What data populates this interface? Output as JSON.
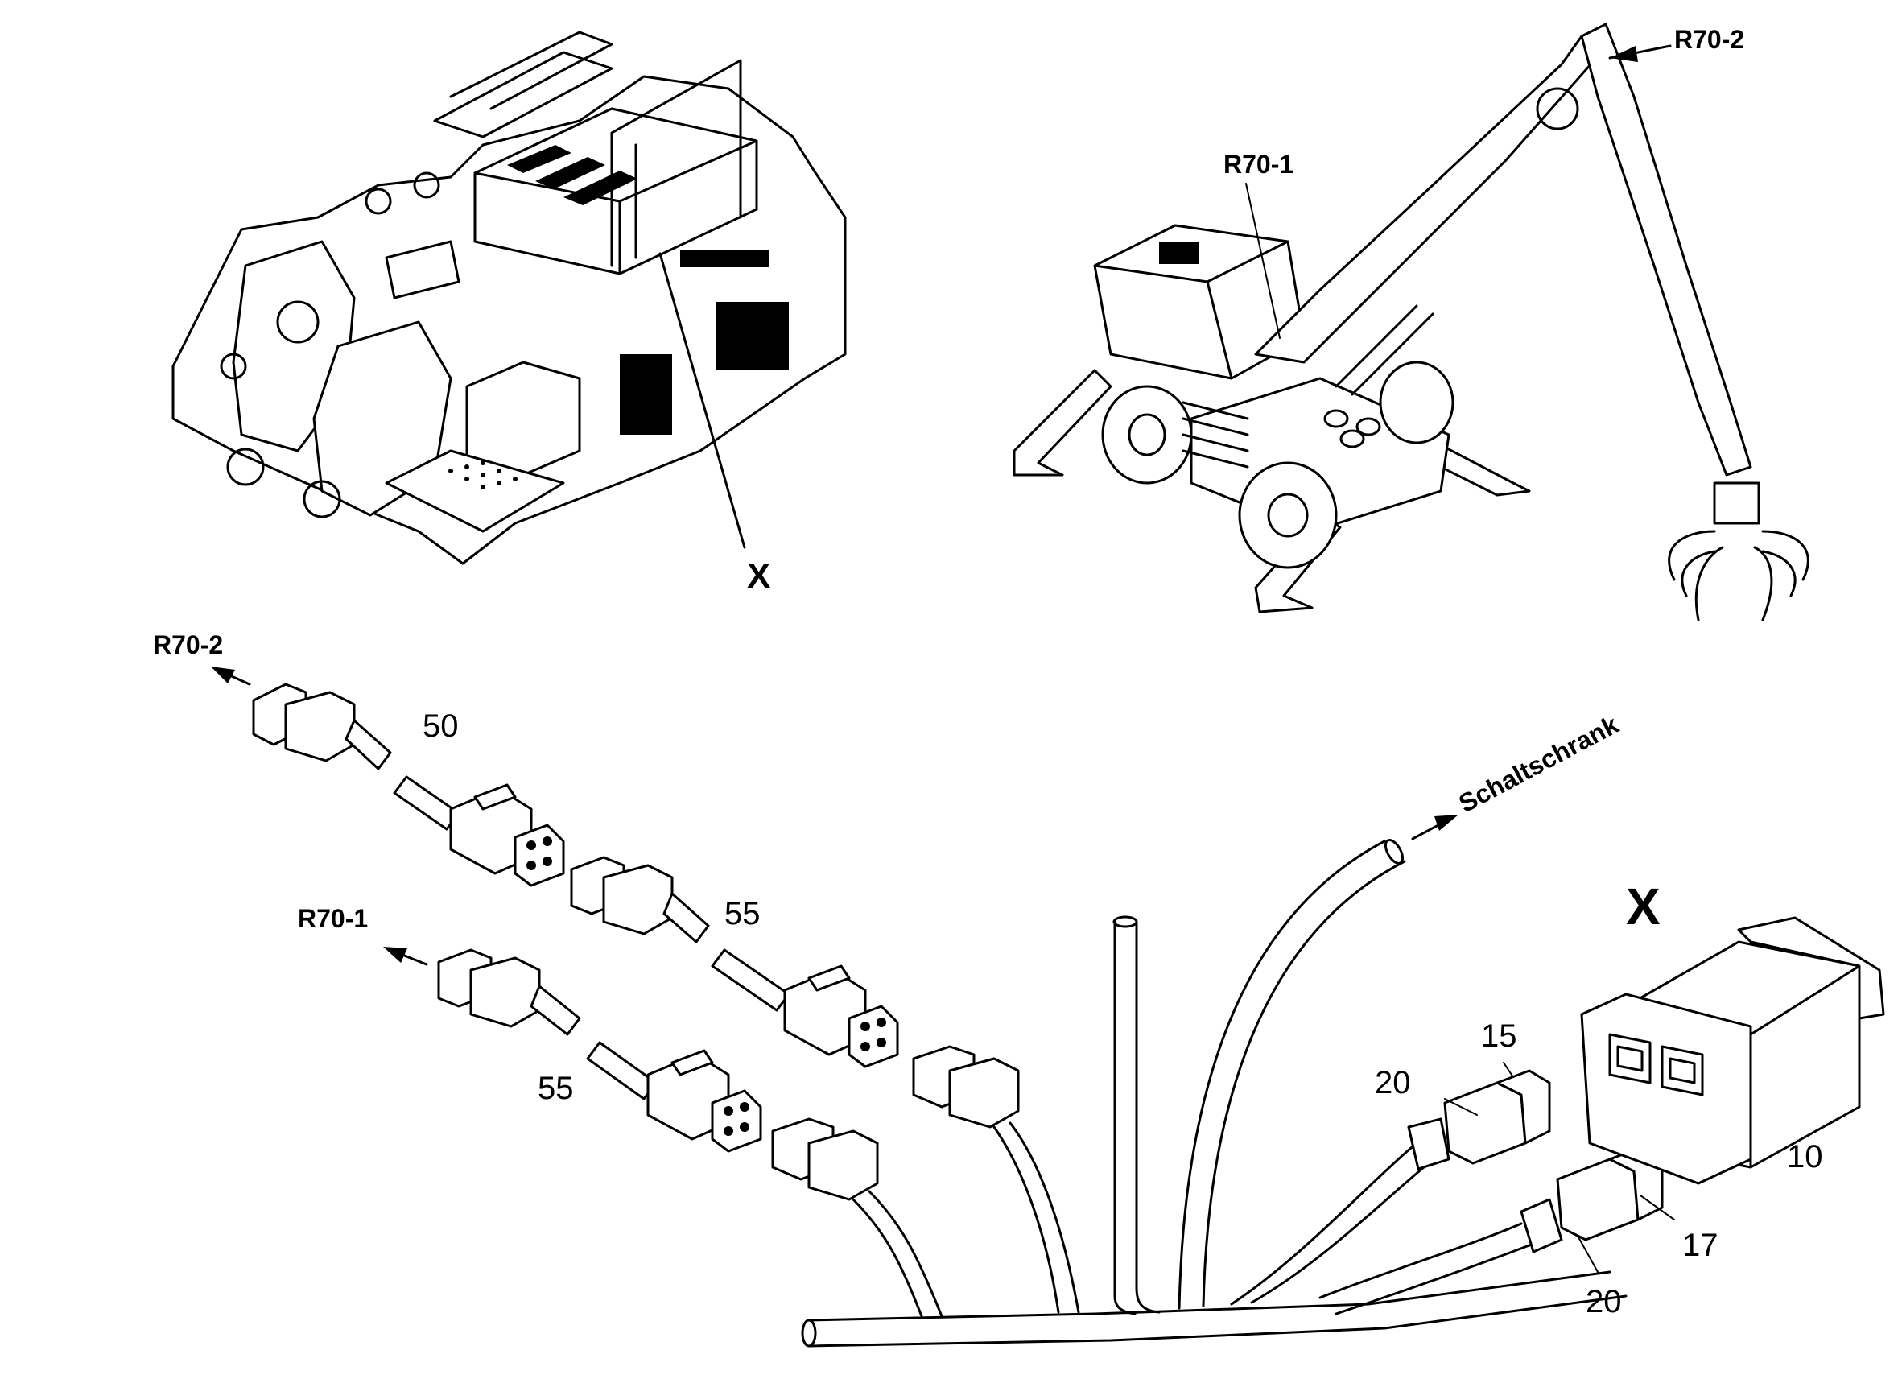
{
  "callouts": {
    "top_right_r70_2": "R70-2",
    "top_right_r70_1": "R70-1",
    "top_left_x": "X",
    "detail_x": "X",
    "left_r70_2": "R70-2",
    "left_r70_1": "R70-1",
    "schaltschrank": "Schaltschrank"
  },
  "item_numbers": {
    "n50": "50",
    "n55_upper": "55",
    "n55_lower": "55",
    "n15": "15",
    "n20_upper": "20",
    "n17": "17",
    "n20_lower": "20",
    "n10": "10"
  }
}
